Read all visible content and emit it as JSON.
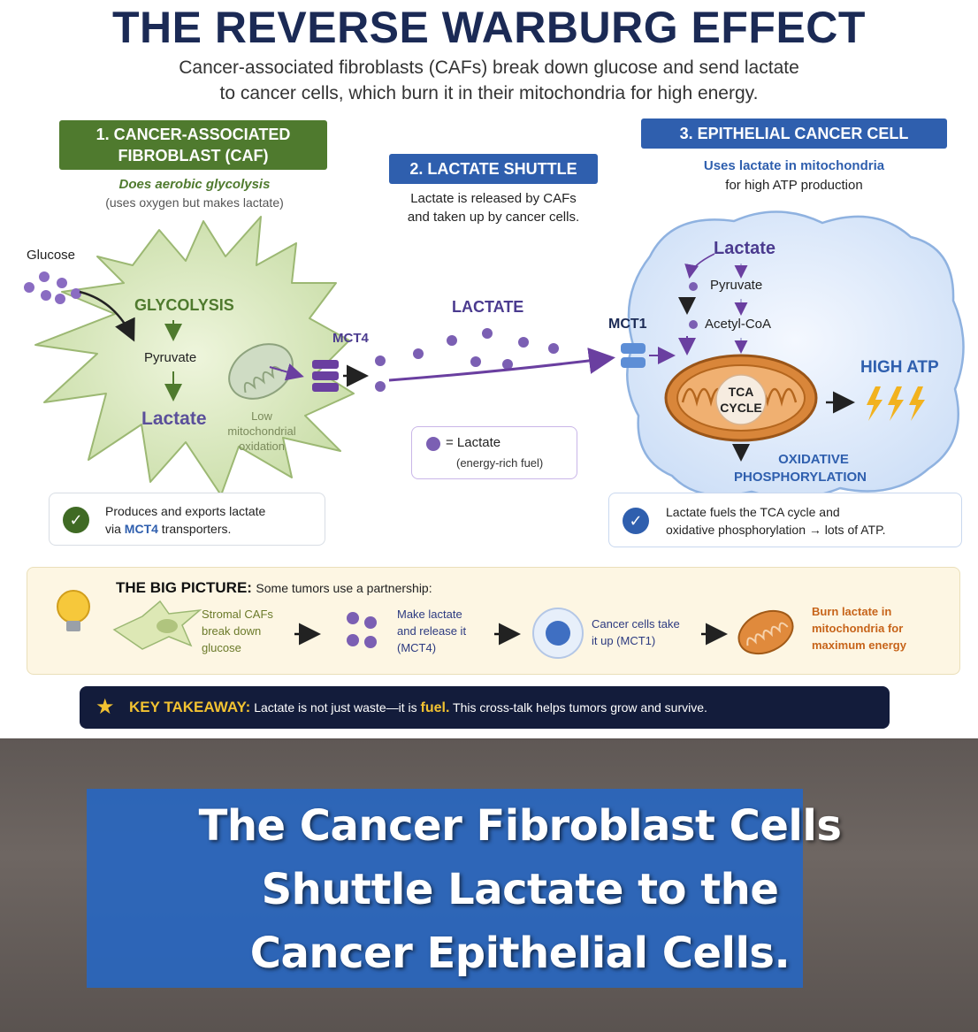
{
  "title": "THE REVERSE WARBURG EFFECT",
  "subtitle_line1": "Cancer-associated fibroblasts (CAFs) break down glucose and send lactate",
  "subtitle_line2": "to cancer cells, which burn it in their mitochondria for high energy.",
  "caf": {
    "header_line1": "1. CANCER-ASSOCIATED",
    "header_line2": "FIBROBLAST (CAF)",
    "desc_line1": "Does aerobic glycolysis",
    "desc_line2": "(uses oxygen but makes lactate)",
    "glucose": "Glucose",
    "glycolysis": "GLYCOLYSIS",
    "pyruvate": "Pyruvate",
    "lactate": "Lactate",
    "low_ox_1": "Low",
    "low_ox_2": "mitochondrial",
    "low_ox_3": "oxidation",
    "mct4": "MCT4",
    "box_line1": "Produces and exports lactate",
    "box_line2_a": "via ",
    "box_line2_b": "MCT4",
    "box_line2_c": " transporters."
  },
  "shuttle": {
    "header": "2. LACTATE SHUTTLE",
    "desc_line1": "Lactate is released by CAFs",
    "desc_line2": "and taken up by cancer cells.",
    "lactate": "LACTATE",
    "legend_line1": "= Lactate",
    "legend_line2": "(energy-rich fuel)"
  },
  "cancer": {
    "header": "3. EPITHELIAL CANCER CELL",
    "desc_line1": "Uses lactate in mitochondria",
    "desc_line2": "for high ATP production",
    "mct1": "MCT1",
    "lactate": "Lactate",
    "pyruvate": "Pyruvate",
    "acetyl": "Acetyl-CoA",
    "tca1": "TCA",
    "tca2": "CYCLE",
    "high_atp": "HIGH ATP",
    "oxphos1": "OXIDATIVE",
    "oxphos2": "PHOSPHORYLATION",
    "box_line1": "Lactate fuels the TCA cycle and",
    "box_line2": "oxidative phosphorylation → lots of ATP."
  },
  "big_picture": {
    "title": "THE BIG PICTURE:",
    "subtitle": "Some tumors use a partnership:",
    "step1": [
      "Stromal CAFs",
      "break down",
      "glucose"
    ],
    "step2": [
      "Make lactate",
      "and release it",
      "(MCT4)"
    ],
    "step3": [
      "Cancer cells take",
      "it up (MCT1)"
    ],
    "step4": [
      "Burn lactate in",
      "mitochondria for",
      "maximum energy"
    ]
  },
  "takeaway": {
    "label": "KEY TAKEAWAY:",
    "text_a": "Lactate is not just waste—it is",
    "fuel": "fuel.",
    "text_b": "This cross-talk helps tumors grow and survive."
  },
  "banner": {
    "line1": "The Cancer Fibroblast Cells",
    "line2": "Shuttle Lactate to the",
    "line3": "Cancer Epithelial Cells."
  },
  "colors": {
    "caf_green": "#4f7a2e",
    "cancer_blue": "#2f5fae",
    "lactate_purple": "#7b5fb3",
    "navy": "#1b2a55",
    "gold": "#f2c231"
  }
}
